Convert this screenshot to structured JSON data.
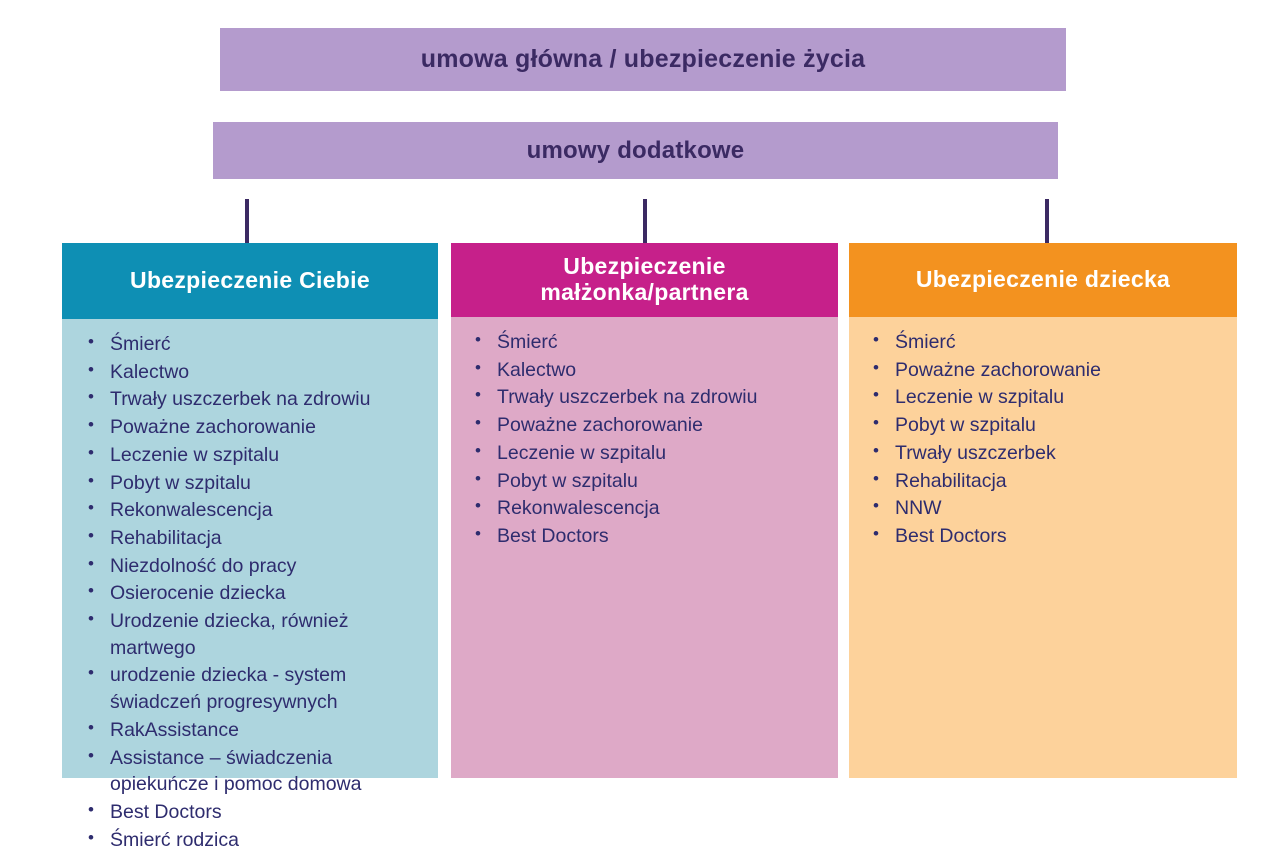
{
  "banners": {
    "main": "umowa główna / ubezpieczenie życia",
    "sub": "umowy dodatkowe"
  },
  "colors": {
    "banner_bg": "#B49BCD",
    "banner_text": "#3B2A63",
    "connector": "#3B2A63",
    "self_header_bg": "#0E8FB4",
    "self_body_bg": "#ADD5DE",
    "spouse_header_bg": "#C6208A",
    "spouse_body_bg": "#DEA9C7",
    "child_header_bg": "#F3921F",
    "child_body_bg": "#FDD29B",
    "list_text": "#2E2C6E",
    "header_text": "#FFFFFF"
  },
  "columns": [
    {
      "key": "self",
      "title": "Ubezpieczenie Ciebie",
      "items": [
        "Śmierć",
        "Kalectwo",
        "Trwały uszczerbek na zdrowiu",
        "Poważne zachorowanie",
        "Leczenie w szpitalu",
        "Pobyt w szpitalu",
        "Rekonwalescencja",
        "Rehabilitacja",
        "Niezdolność do pracy",
        "Osierocenie dziecka",
        "Urodzenie dziecka, również martwego",
        "urodzenie dziecka - system świadczeń progresywnych",
        "RakAssistance",
        "Assistance – świadczenia opiekuńcze i pomoc domowa",
        "Best Doctors",
        "Śmierć rodzica"
      ]
    },
    {
      "key": "spouse",
      "title": "Ubezpieczenie małżonka/partnera",
      "items": [
        "Śmierć",
        "Kalectwo",
        "Trwały uszczerbek na zdrowiu",
        "Poważne zachorowanie",
        "Leczenie w szpitalu",
        "Pobyt w szpitalu",
        "Rekonwalescencja",
        "Best Doctors"
      ]
    },
    {
      "key": "child",
      "title": "Ubezpieczenie dziecka",
      "items": [
        "Śmierć",
        "Poważne zachorowanie",
        "Leczenie w szpitalu",
        "Pobyt w szpitalu",
        "Trwały uszczerbek",
        "Rehabilitacja",
        "NNW",
        "Best Doctors"
      ]
    }
  ]
}
